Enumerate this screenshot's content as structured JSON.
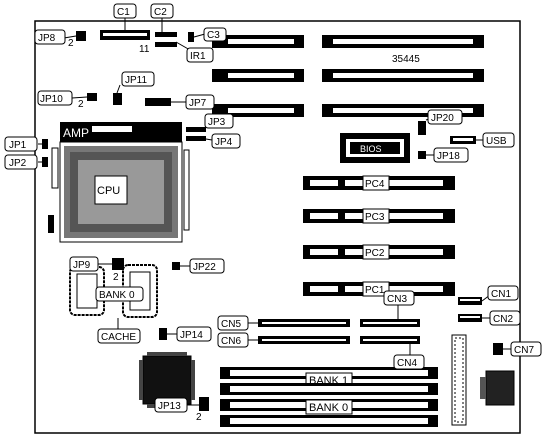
{
  "board": {
    "serial": "35445",
    "bios": "BIOS",
    "amp": "AMP",
    "cpu": "CPU",
    "cache": "CACHE",
    "bank0_cache": "BANK 0",
    "bank1_simm": "BANK 1",
    "bank0_simm": "BANK 0"
  },
  "slots": {
    "pc4": "PC4",
    "pc3": "PC3",
    "pc2": "PC2",
    "pc1": "PC1"
  },
  "connectors": {
    "c1": "C1",
    "c2": "C2",
    "c3": "C3",
    "ir1": "IR1",
    "usb": "USB",
    "cn1": "CN1",
    "cn2": "CN2",
    "cn3": "CN3",
    "cn4": "CN4",
    "cn5": "CN5",
    "cn6": "CN6",
    "cn7": "CN7"
  },
  "jumpers": {
    "jp1": "JP1",
    "jp2": "JP2",
    "jp3": "JP3",
    "jp4": "JP4",
    "jp7": "JP7",
    "jp8": "JP8",
    "jp9": "JP9",
    "jp10": "JP10",
    "jp11": "JP11",
    "jp13": "JP13",
    "jp14": "JP14",
    "jp18": "JP18",
    "jp20": "JP20",
    "jp22": "JP22"
  },
  "pin_marks": {
    "jp8_pin": "2",
    "c1_pin": "11",
    "jp10_pin": "2",
    "jp9_pin": "2",
    "jp13_pin": "2"
  }
}
